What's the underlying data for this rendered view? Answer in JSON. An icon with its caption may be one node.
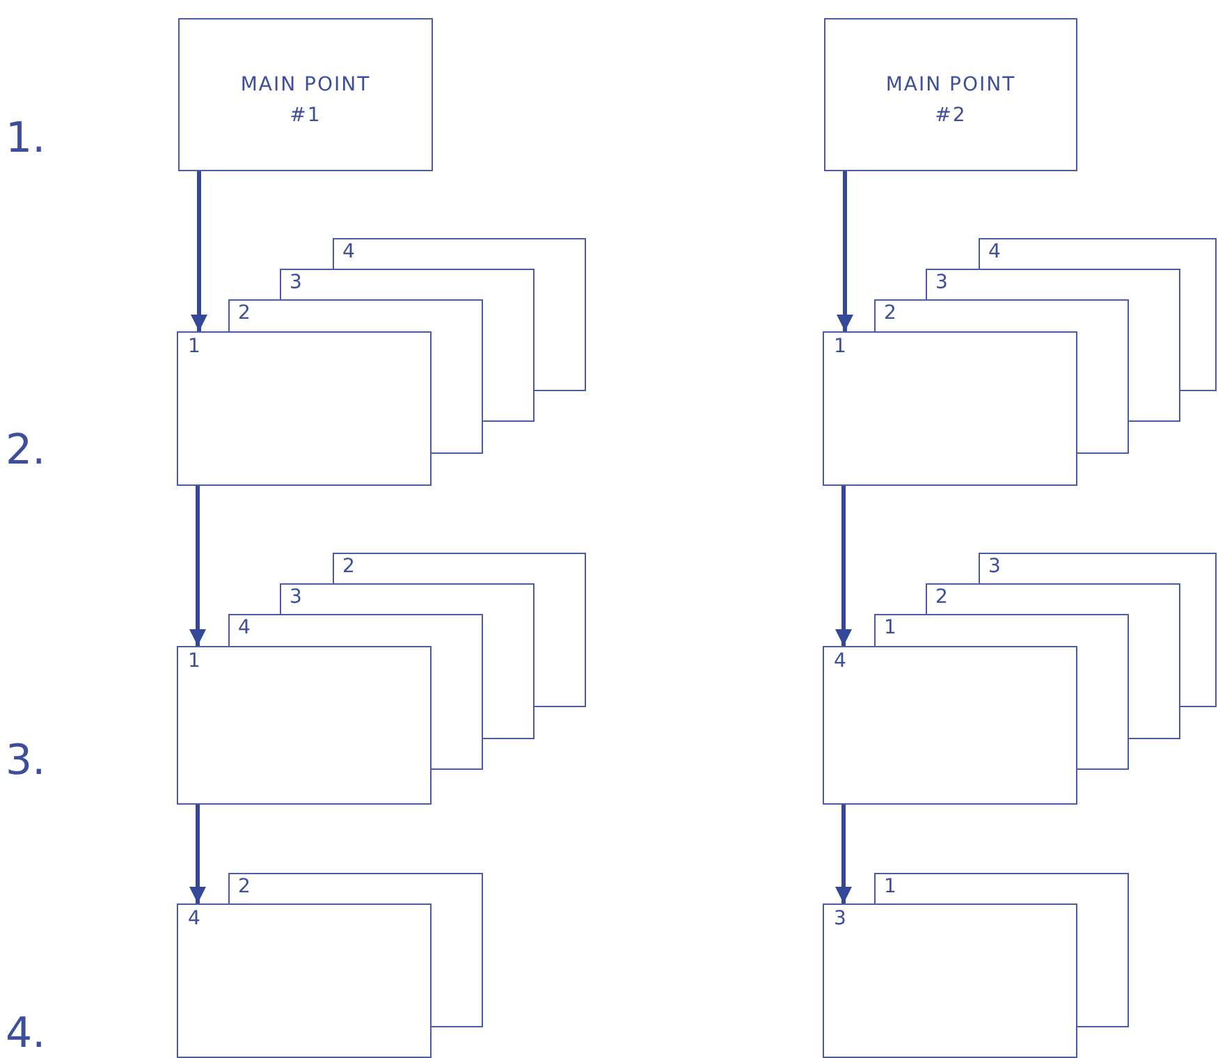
{
  "diagram": {
    "nodes": [
      {
        "text": [
          "MAIN POINT",
          "#1"
        ]
      },
      {
        "text": [
          "MAIN POINT",
          "#2"
        ]
      },
      {
        "text": [
          "1"
        ]
      },
      {
        "text": [
          "2"
        ]
      },
      {
        "text": [
          "3"
        ]
      },
      {
        "text": [
          "4"
        ]
      },
      {
        "text": [
          "1"
        ]
      },
      {
        "text": [
          "2"
        ]
      },
      {
        "text": [
          "3"
        ]
      },
      {
        "text": [
          "4"
        ]
      },
      {
        "text": [
          "1"
        ]
      },
      {
        "text": [
          "4"
        ]
      },
      {
        "text": [
          "3"
        ]
      },
      {
        "text": [
          "2"
        ]
      },
      {
        "text": [
          "4"
        ]
      },
      {
        "text": [
          "1"
        ]
      },
      {
        "text": [
          "2"
        ]
      },
      {
        "text": [
          "3"
        ]
      },
      {
        "text": [
          "4"
        ]
      },
      {
        "text": [
          "2"
        ]
      },
      {
        "text": [
          "3"
        ]
      },
      {
        "text": [
          "1"
        ]
      }
    ],
    "edges": [
      {
        "from": 0,
        "to": 2,
        "arrow": "to"
      },
      {
        "from": 2,
        "to": 10,
        "arrow": "to"
      },
      {
        "from": 10,
        "to": 18,
        "arrow": "to"
      },
      {
        "from": 1,
        "to": 6,
        "arrow": "to"
      },
      {
        "from": 6,
        "to": 14,
        "arrow": "to"
      },
      {
        "from": 14,
        "to": 20,
        "arrow": "to"
      }
    ],
    "labels": [
      "1.",
      "2.",
      "3.",
      "4."
    ]
  }
}
